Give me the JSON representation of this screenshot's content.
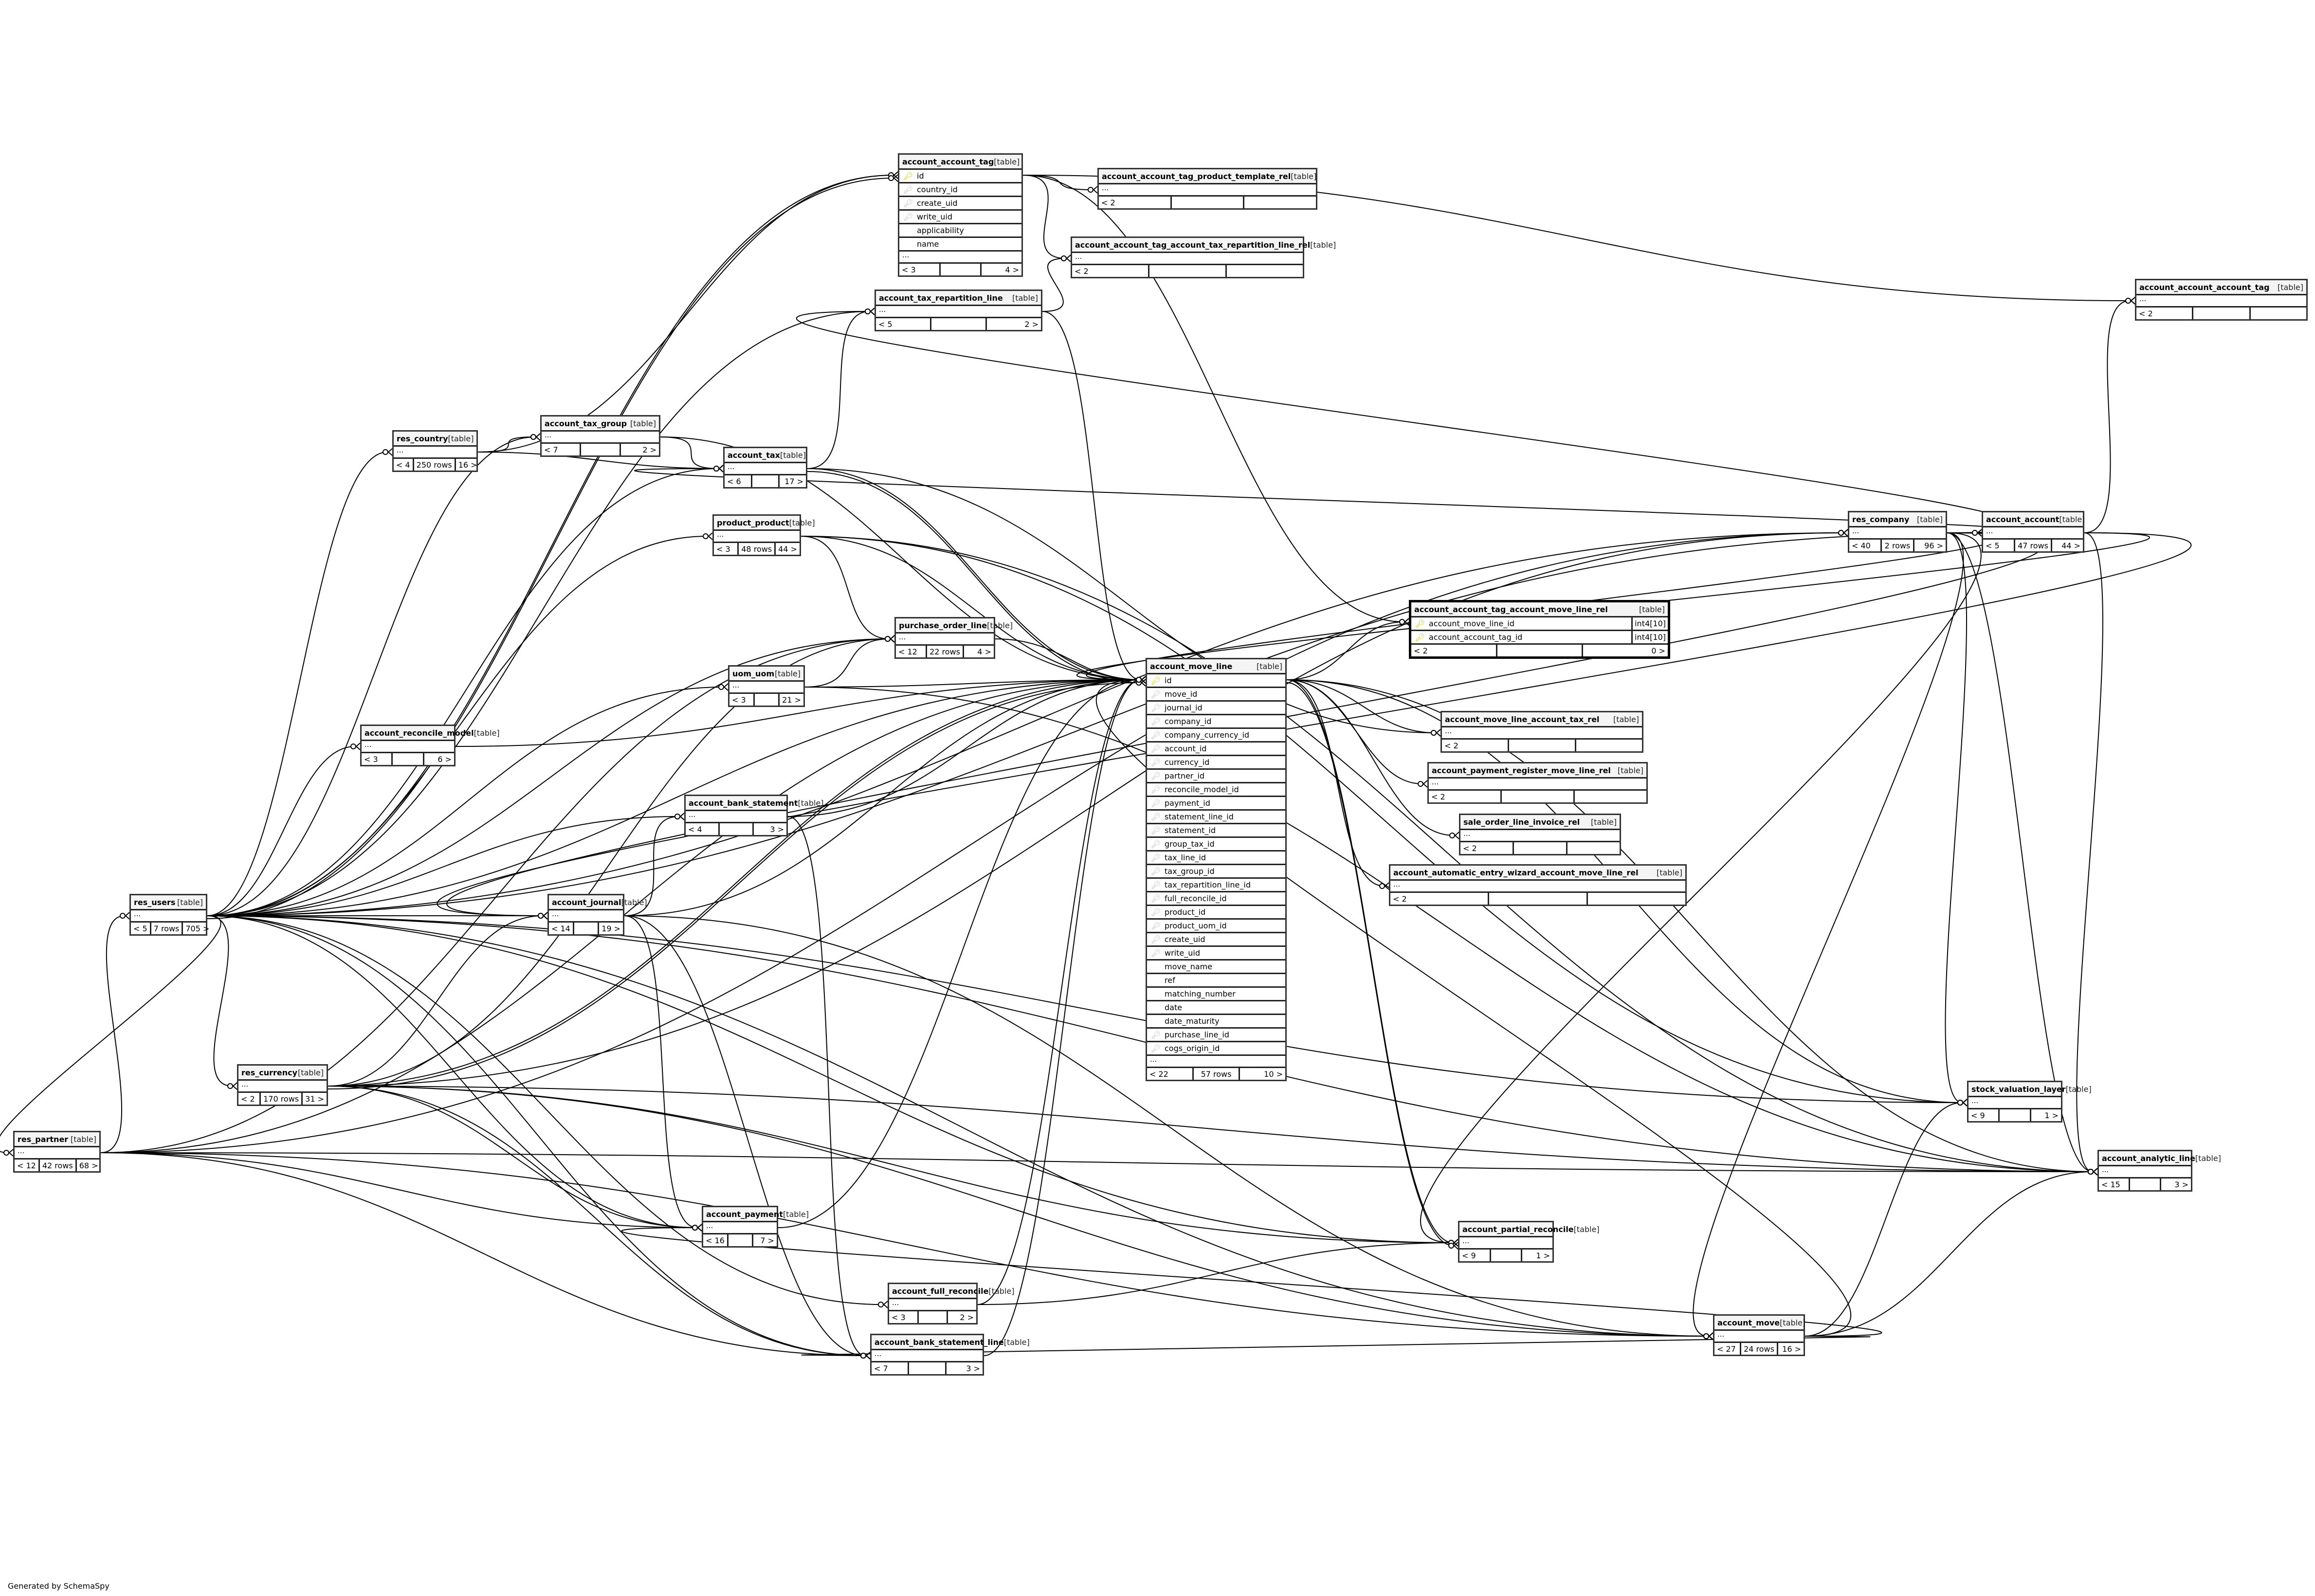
{
  "diagram": {
    "footer_label": "Generated by SchemaSpy",
    "type_label": "[table]",
    "tables": [
      {
        "id": "account_account_tag",
        "name": "account_account_tag",
        "focus": false,
        "columns": [
          {
            "name": "id",
            "key": "pk"
          },
          {
            "name": "country_id",
            "key": "fk"
          },
          {
            "name": "create_uid",
            "key": "fk"
          },
          {
            "name": "write_uid",
            "key": "fk"
          },
          {
            "name": "applicability",
            "key": ""
          },
          {
            "name": "name",
            "key": ""
          }
        ],
        "more": "...",
        "parents": "< 3",
        "rows": "",
        "children": "4 >"
      },
      {
        "id": "account_account_tag_product_template_rel",
        "name": "account_account_tag_product_template_rel",
        "focus": false,
        "columns": [],
        "more": "...",
        "parents": "< 2",
        "rows": "",
        "children": ""
      },
      {
        "id": "account_account_tag_account_tax_repartition_line_rel",
        "name": "account_account_tag_account_tax_repartition_line_rel",
        "focus": false,
        "columns": [],
        "more": "...",
        "parents": "< 2",
        "rows": "",
        "children": ""
      },
      {
        "id": "account_account_account_tag",
        "name": "account_account_account_tag",
        "focus": false,
        "columns": [],
        "more": "...",
        "parents": "< 2",
        "rows": "",
        "children": ""
      },
      {
        "id": "account_tax_repartition_line",
        "name": "account_tax_repartition_line",
        "focus": false,
        "columns": [],
        "more": "...",
        "parents": "< 5",
        "rows": "",
        "children": "2 >"
      },
      {
        "id": "res_country",
        "name": "res_country",
        "focus": false,
        "columns": [],
        "more": "...",
        "parents": "< 4",
        "rows": "250 rows",
        "children": "16 >"
      },
      {
        "id": "account_tax_group",
        "name": "account_tax_group",
        "focus": false,
        "columns": [],
        "more": "...",
        "parents": "< 7",
        "rows": "",
        "children": "2 >"
      },
      {
        "id": "account_tax",
        "name": "account_tax",
        "focus": false,
        "columns": [],
        "more": "...",
        "parents": "< 6",
        "rows": "",
        "children": "17 >"
      },
      {
        "id": "product_product",
        "name": "product_product",
        "focus": false,
        "columns": [],
        "more": "...",
        "parents": "< 3",
        "rows": "48 rows",
        "children": "44 >"
      },
      {
        "id": "res_company",
        "name": "res_company",
        "focus": false,
        "columns": [],
        "more": "...",
        "parents": "< 40",
        "rows": "2 rows",
        "children": "96 >"
      },
      {
        "id": "account_account",
        "name": "account_account",
        "focus": false,
        "columns": [],
        "more": "...",
        "parents": "< 5",
        "rows": "47 rows",
        "children": "44 >"
      },
      {
        "id": "account_account_tag_account_move_line_rel",
        "name": "account_account_tag_account_move_line_rel",
        "focus": true,
        "columns": [
          {
            "name": "account_move_line_id",
            "key": "pk",
            "type": "int4[10]"
          },
          {
            "name": "account_account_tag_id",
            "key": "pk",
            "type": "int4[10]"
          }
        ],
        "more": "",
        "parents": "< 2",
        "rows": "",
        "children": "0 >"
      },
      {
        "id": "purchase_order_line",
        "name": "purchase_order_line",
        "focus": false,
        "columns": [],
        "more": "...",
        "parents": "< 12",
        "rows": "22 rows",
        "children": "4 >"
      },
      {
        "id": "uom_uom",
        "name": "uom_uom",
        "focus": false,
        "columns": [],
        "more": "...",
        "parents": "< 3",
        "rows": "",
        "children": "21 >"
      },
      {
        "id": "account_move_line",
        "name": "account_move_line",
        "focus": false,
        "columns": [
          {
            "name": "id",
            "key": "pk"
          },
          {
            "name": "move_id",
            "key": "fk"
          },
          {
            "name": "journal_id",
            "key": "fk"
          },
          {
            "name": "company_id",
            "key": "fk"
          },
          {
            "name": "company_currency_id",
            "key": "fk"
          },
          {
            "name": "account_id",
            "key": "fk"
          },
          {
            "name": "currency_id",
            "key": "fk"
          },
          {
            "name": "partner_id",
            "key": "fk"
          },
          {
            "name": "reconcile_model_id",
            "key": "fk"
          },
          {
            "name": "payment_id",
            "key": "fk"
          },
          {
            "name": "statement_line_id",
            "key": "fk"
          },
          {
            "name": "statement_id",
            "key": "fk"
          },
          {
            "name": "group_tax_id",
            "key": "fk"
          },
          {
            "name": "tax_line_id",
            "key": "fk"
          },
          {
            "name": "tax_group_id",
            "key": "fk"
          },
          {
            "name": "tax_repartition_line_id",
            "key": "fk"
          },
          {
            "name": "full_reconcile_id",
            "key": "fk"
          },
          {
            "name": "product_id",
            "key": "fk"
          },
          {
            "name": "product_uom_id",
            "key": "fk"
          },
          {
            "name": "create_uid",
            "key": "fk"
          },
          {
            "name": "write_uid",
            "key": "fk"
          },
          {
            "name": "move_name",
            "key": ""
          },
          {
            "name": "ref",
            "key": ""
          },
          {
            "name": "matching_number",
            "key": ""
          },
          {
            "name": "date",
            "key": ""
          },
          {
            "name": "date_maturity",
            "key": ""
          },
          {
            "name": "purchase_line_id",
            "key": "fk"
          },
          {
            "name": "cogs_origin_id",
            "key": "fk"
          }
        ],
        "more": "...",
        "parents": "< 22",
        "rows": "57 rows",
        "children": "10 >"
      },
      {
        "id": "account_reconcile_model",
        "name": "account_reconcile_model",
        "focus": false,
        "columns": [],
        "more": "...",
        "parents": "< 3",
        "rows": "",
        "children": "6 >"
      },
      {
        "id": "account_move_line_account_tax_rel",
        "name": "account_move_line_account_tax_rel",
        "focus": false,
        "columns": [],
        "more": "...",
        "parents": "< 2",
        "rows": "",
        "children": ""
      },
      {
        "id": "account_payment_register_move_line_rel",
        "name": "account_payment_register_move_line_rel",
        "focus": false,
        "columns": [],
        "more": "...",
        "parents": "< 2",
        "rows": "",
        "children": ""
      },
      {
        "id": "account_bank_statement",
        "name": "account_bank_statement",
        "focus": false,
        "columns": [],
        "more": "...",
        "parents": "< 4",
        "rows": "",
        "children": "3 >"
      },
      {
        "id": "sale_order_line_invoice_rel",
        "name": "sale_order_line_invoice_rel",
        "focus": false,
        "columns": [],
        "more": "...",
        "parents": "< 2",
        "rows": "",
        "children": ""
      },
      {
        "id": "account_automatic_entry_wizard_account_move_line_rel",
        "name": "account_automatic_entry_wizard_account_move_line_rel",
        "focus": false,
        "columns": [],
        "more": "...",
        "parents": "< 2",
        "rows": "",
        "children": ""
      },
      {
        "id": "res_users",
        "name": "res_users",
        "focus": false,
        "columns": [],
        "more": "...",
        "parents": "< 5",
        "rows": "7 rows",
        "children": "705 >"
      },
      {
        "id": "account_journal",
        "name": "account_journal",
        "focus": false,
        "columns": [],
        "more": "...",
        "parents": "< 14",
        "rows": "",
        "children": "19 >"
      },
      {
        "id": "res_currency",
        "name": "res_currency",
        "focus": false,
        "columns": [],
        "more": "...",
        "parents": "< 2",
        "rows": "170 rows",
        "children": "31 >"
      },
      {
        "id": "stock_valuation_layer",
        "name": "stock_valuation_layer",
        "focus": false,
        "columns": [],
        "more": "...",
        "parents": "< 9",
        "rows": "",
        "children": "1 >"
      },
      {
        "id": "res_partner",
        "name": "res_partner",
        "focus": false,
        "columns": [],
        "more": "...",
        "parents": "< 12",
        "rows": "42 rows",
        "children": "68 >"
      },
      {
        "id": "account_analytic_line",
        "name": "account_analytic_line",
        "focus": false,
        "columns": [],
        "more": "...",
        "parents": "< 15",
        "rows": "",
        "children": "3 >"
      },
      {
        "id": "account_payment",
        "name": "account_payment",
        "focus": false,
        "columns": [],
        "more": "...",
        "parents": "< 16",
        "rows": "",
        "children": "7 >"
      },
      {
        "id": "account_partial_reconcile",
        "name": "account_partial_reconcile",
        "focus": false,
        "columns": [],
        "more": "...",
        "parents": "< 9",
        "rows": "",
        "children": "1 >"
      },
      {
        "id": "account_full_reconcile",
        "name": "account_full_reconcile",
        "focus": false,
        "columns": [],
        "more": "...",
        "parents": "< 3",
        "rows": "",
        "children": "2 >"
      },
      {
        "id": "account_move",
        "name": "account_move",
        "focus": false,
        "columns": [],
        "more": "...",
        "parents": "< 27",
        "rows": "24 rows",
        "children": "16 >"
      },
      {
        "id": "account_bank_statement_line",
        "name": "account_bank_statement_line",
        "focus": false,
        "columns": [],
        "more": "...",
        "parents": "< 7",
        "rows": "",
        "children": "3 >"
      }
    ],
    "relationships": [
      [
        "res_country",
        "account_account_tag"
      ],
      [
        "res_users",
        "account_account_tag"
      ],
      [
        "res_users",
        "account_account_tag"
      ],
      [
        "account_account_tag",
        "account_account_tag_product_template_rel"
      ],
      [
        "account_account_tag",
        "account_account_tag_account_tax_repartition_line_rel"
      ],
      [
        "account_account_tag",
        "account_account_account_tag"
      ],
      [
        "account_account_tag",
        "account_account_tag_account_move_line_rel"
      ],
      [
        "account_tax_repartition_line",
        "account_account_tag_account_tax_repartition_line_rel"
      ],
      [
        "account_account",
        "account_account_account_tag"
      ],
      [
        "account_move_line",
        "account_account_tag_account_move_line_rel"
      ],
      [
        "res_country",
        "account_tax_group"
      ],
      [
        "res_country",
        "account_tax"
      ],
      [
        "account_tax_group",
        "account_tax"
      ],
      [
        "account_tax",
        "account_tax_repartition_line"
      ],
      [
        "res_company",
        "account_tax_repartition_line"
      ],
      [
        "res_users",
        "account_tax_repartition_line"
      ],
      [
        "res_users",
        "res_country"
      ],
      [
        "res_users",
        "account_tax_group"
      ],
      [
        "res_users",
        "account_tax"
      ],
      [
        "res_users",
        "product_product"
      ],
      [
        "res_users",
        "purchase_order_line"
      ],
      [
        "res_users",
        "uom_uom"
      ],
      [
        "res_users",
        "account_reconcile_model"
      ],
      [
        "res_users",
        "account_bank_statement"
      ],
      [
        "res_users",
        "account_journal"
      ],
      [
        "res_users",
        "res_currency"
      ],
      [
        "res_users",
        "account_payment"
      ],
      [
        "res_users",
        "account_full_reconcile"
      ],
      [
        "res_users",
        "account_bank_statement_line"
      ],
      [
        "res_users",
        "account_partial_reconcile"
      ],
      [
        "res_users",
        "account_move"
      ],
      [
        "res_users",
        "account_analytic_line"
      ],
      [
        "res_users",
        "stock_valuation_layer"
      ],
      [
        "res_users",
        "res_company"
      ],
      [
        "res_users",
        "account_account"
      ],
      [
        "res_users",
        "account_move_line"
      ],
      [
        "res_users",
        "res_partner"
      ],
      [
        "res_partner",
        "res_users"
      ],
      [
        "res_partner",
        "account_move_line"
      ],
      [
        "res_partner",
        "account_move"
      ],
      [
        "res_partner",
        "account_payment"
      ],
      [
        "res_partner",
        "purchase_order_line"
      ],
      [
        "res_partner",
        "res_company"
      ],
      [
        "res_partner",
        "account_bank_statement_line"
      ],
      [
        "res_partner",
        "account_analytic_line"
      ],
      [
        "res_currency",
        "account_move_line"
      ],
      [
        "res_currency",
        "account_move_line"
      ],
      [
        "res_currency",
        "account_journal"
      ],
      [
        "res_currency",
        "account_payment"
      ],
      [
        "res_currency",
        "res_company"
      ],
      [
        "res_currency",
        "account_partial_reconcile"
      ],
      [
        "res_currency",
        "account_move"
      ],
      [
        "res_currency",
        "account_bank_statement_line"
      ],
      [
        "res_currency",
        "account_analytic_line"
      ],
      [
        "res_currency",
        "purchase_order_line"
      ],
      [
        "res_company",
        "account_move_line"
      ],
      [
        "res_company",
        "account_move"
      ],
      [
        "res_company",
        "account_journal"
      ],
      [
        "res_company",
        "account_tax"
      ],
      [
        "res_company",
        "account_account"
      ],
      [
        "res_company",
        "stock_valuation_layer"
      ],
      [
        "res_company",
        "account_analytic_line"
      ],
      [
        "res_company",
        "account_partial_reconcile"
      ],
      [
        "account_account",
        "account_move_line"
      ],
      [
        "account_account",
        "account_analytic_line"
      ],
      [
        "account_account",
        "account_journal"
      ],
      [
        "account_journal",
        "account_move_line"
      ],
      [
        "account_journal",
        "account_move"
      ],
      [
        "account_journal",
        "account_payment"
      ],
      [
        "account_journal",
        "account_bank_statement"
      ],
      [
        "account_journal",
        "account_bank_statement_line"
      ],
      [
        "account_move",
        "account_move_line"
      ],
      [
        "account_move",
        "stock_valuation_layer"
      ],
      [
        "account_move",
        "account_analytic_line"
      ],
      [
        "account_move",
        "account_payment"
      ],
      [
        "account_move",
        "account_bank_statement_line"
      ],
      [
        "account_reconcile_model",
        "account_move_line"
      ],
      [
        "account_payment",
        "account_move_line"
      ],
      [
        "account_bank_statement",
        "account_move_line"
      ],
      [
        "account_bank_statement",
        "account_bank_statement_line"
      ],
      [
        "account_bank_statement_line",
        "account_move_line"
      ],
      [
        "account_full_reconcile",
        "account_move_line"
      ],
      [
        "account_full_reconcile",
        "account_partial_reconcile"
      ],
      [
        "account_tax",
        "account_move_line"
      ],
      [
        "account_tax",
        "account_move_line"
      ],
      [
        "account_tax_group",
        "account_move_line"
      ],
      [
        "account_tax_repartition_line",
        "account_move_line"
      ],
      [
        "product_product",
        "account_move_line"
      ],
      [
        "product_product",
        "purchase_order_line"
      ],
      [
        "product_product",
        "stock_valuation_layer"
      ],
      [
        "product_product",
        "account_analytic_line"
      ],
      [
        "uom_uom",
        "account_move_line"
      ],
      [
        "uom_uom",
        "purchase_order_line"
      ],
      [
        "uom_uom",
        "account_analytic_line"
      ],
      [
        "purchase_order_line",
        "account_move_line"
      ],
      [
        "account_move_line",
        "account_move_line_account_tax_rel"
      ],
      [
        "account_tax",
        "account_move_line_account_tax_rel"
      ],
      [
        "account_move_line",
        "account_payment_register_move_line_rel"
      ],
      [
        "account_move_line",
        "sale_order_line_invoice_rel"
      ],
      [
        "account_move_line",
        "account_automatic_entry_wizard_account_move_line_rel"
      ],
      [
        "account_move_line",
        "account_partial_reconcile"
      ],
      [
        "account_move_line",
        "account_partial_reconcile"
      ],
      [
        "account_move_line",
        "stock_valuation_layer"
      ],
      [
        "account_move_line",
        "account_analytic_line"
      ]
    ]
  }
}
